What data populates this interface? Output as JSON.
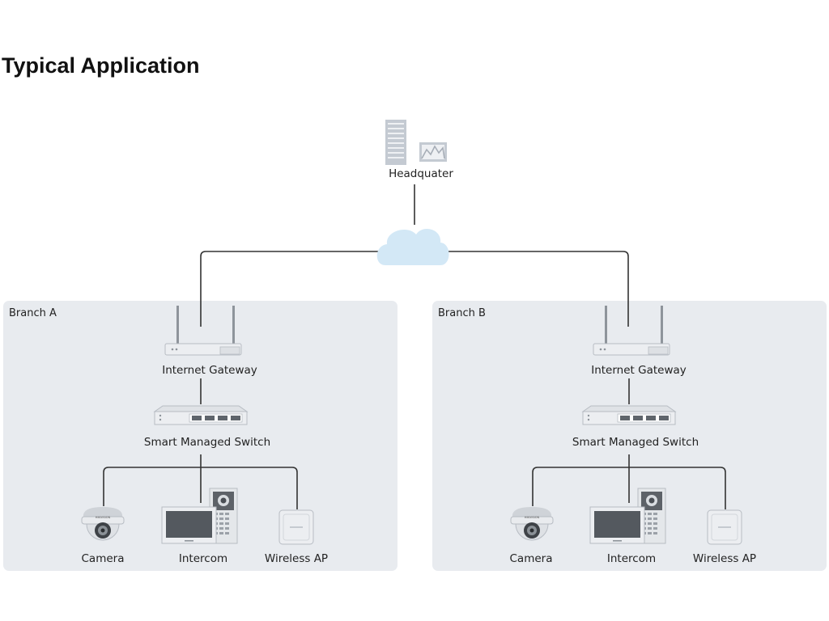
{
  "title": "Typical Application",
  "headquarter": {
    "label": "Headquater",
    "icon": "office-buildings-icon"
  },
  "cloud": {
    "icon": "cloud-icon"
  },
  "branches": [
    {
      "name": "Branch A",
      "gateway": "Internet Gateway",
      "switch": "Smart Managed Switch",
      "devices": {
        "camera": "Camera",
        "intercom": "Intercom",
        "ap": "Wireless AP"
      },
      "camera_brand": "HIKVISION"
    },
    {
      "name": "Branch B",
      "gateway": "Internet Gateway",
      "switch": "Smart Managed Switch",
      "devices": {
        "camera": "Camera",
        "intercom": "Intercom",
        "ap": "Wireless AP"
      },
      "camera_brand": "HIKVISION"
    }
  ],
  "colors": {
    "panel": "#e8ebef",
    "cloud": "#d3e8f6",
    "device": "#eceef1",
    "device_stroke": "#b7bcc3",
    "wire": "#333333"
  }
}
